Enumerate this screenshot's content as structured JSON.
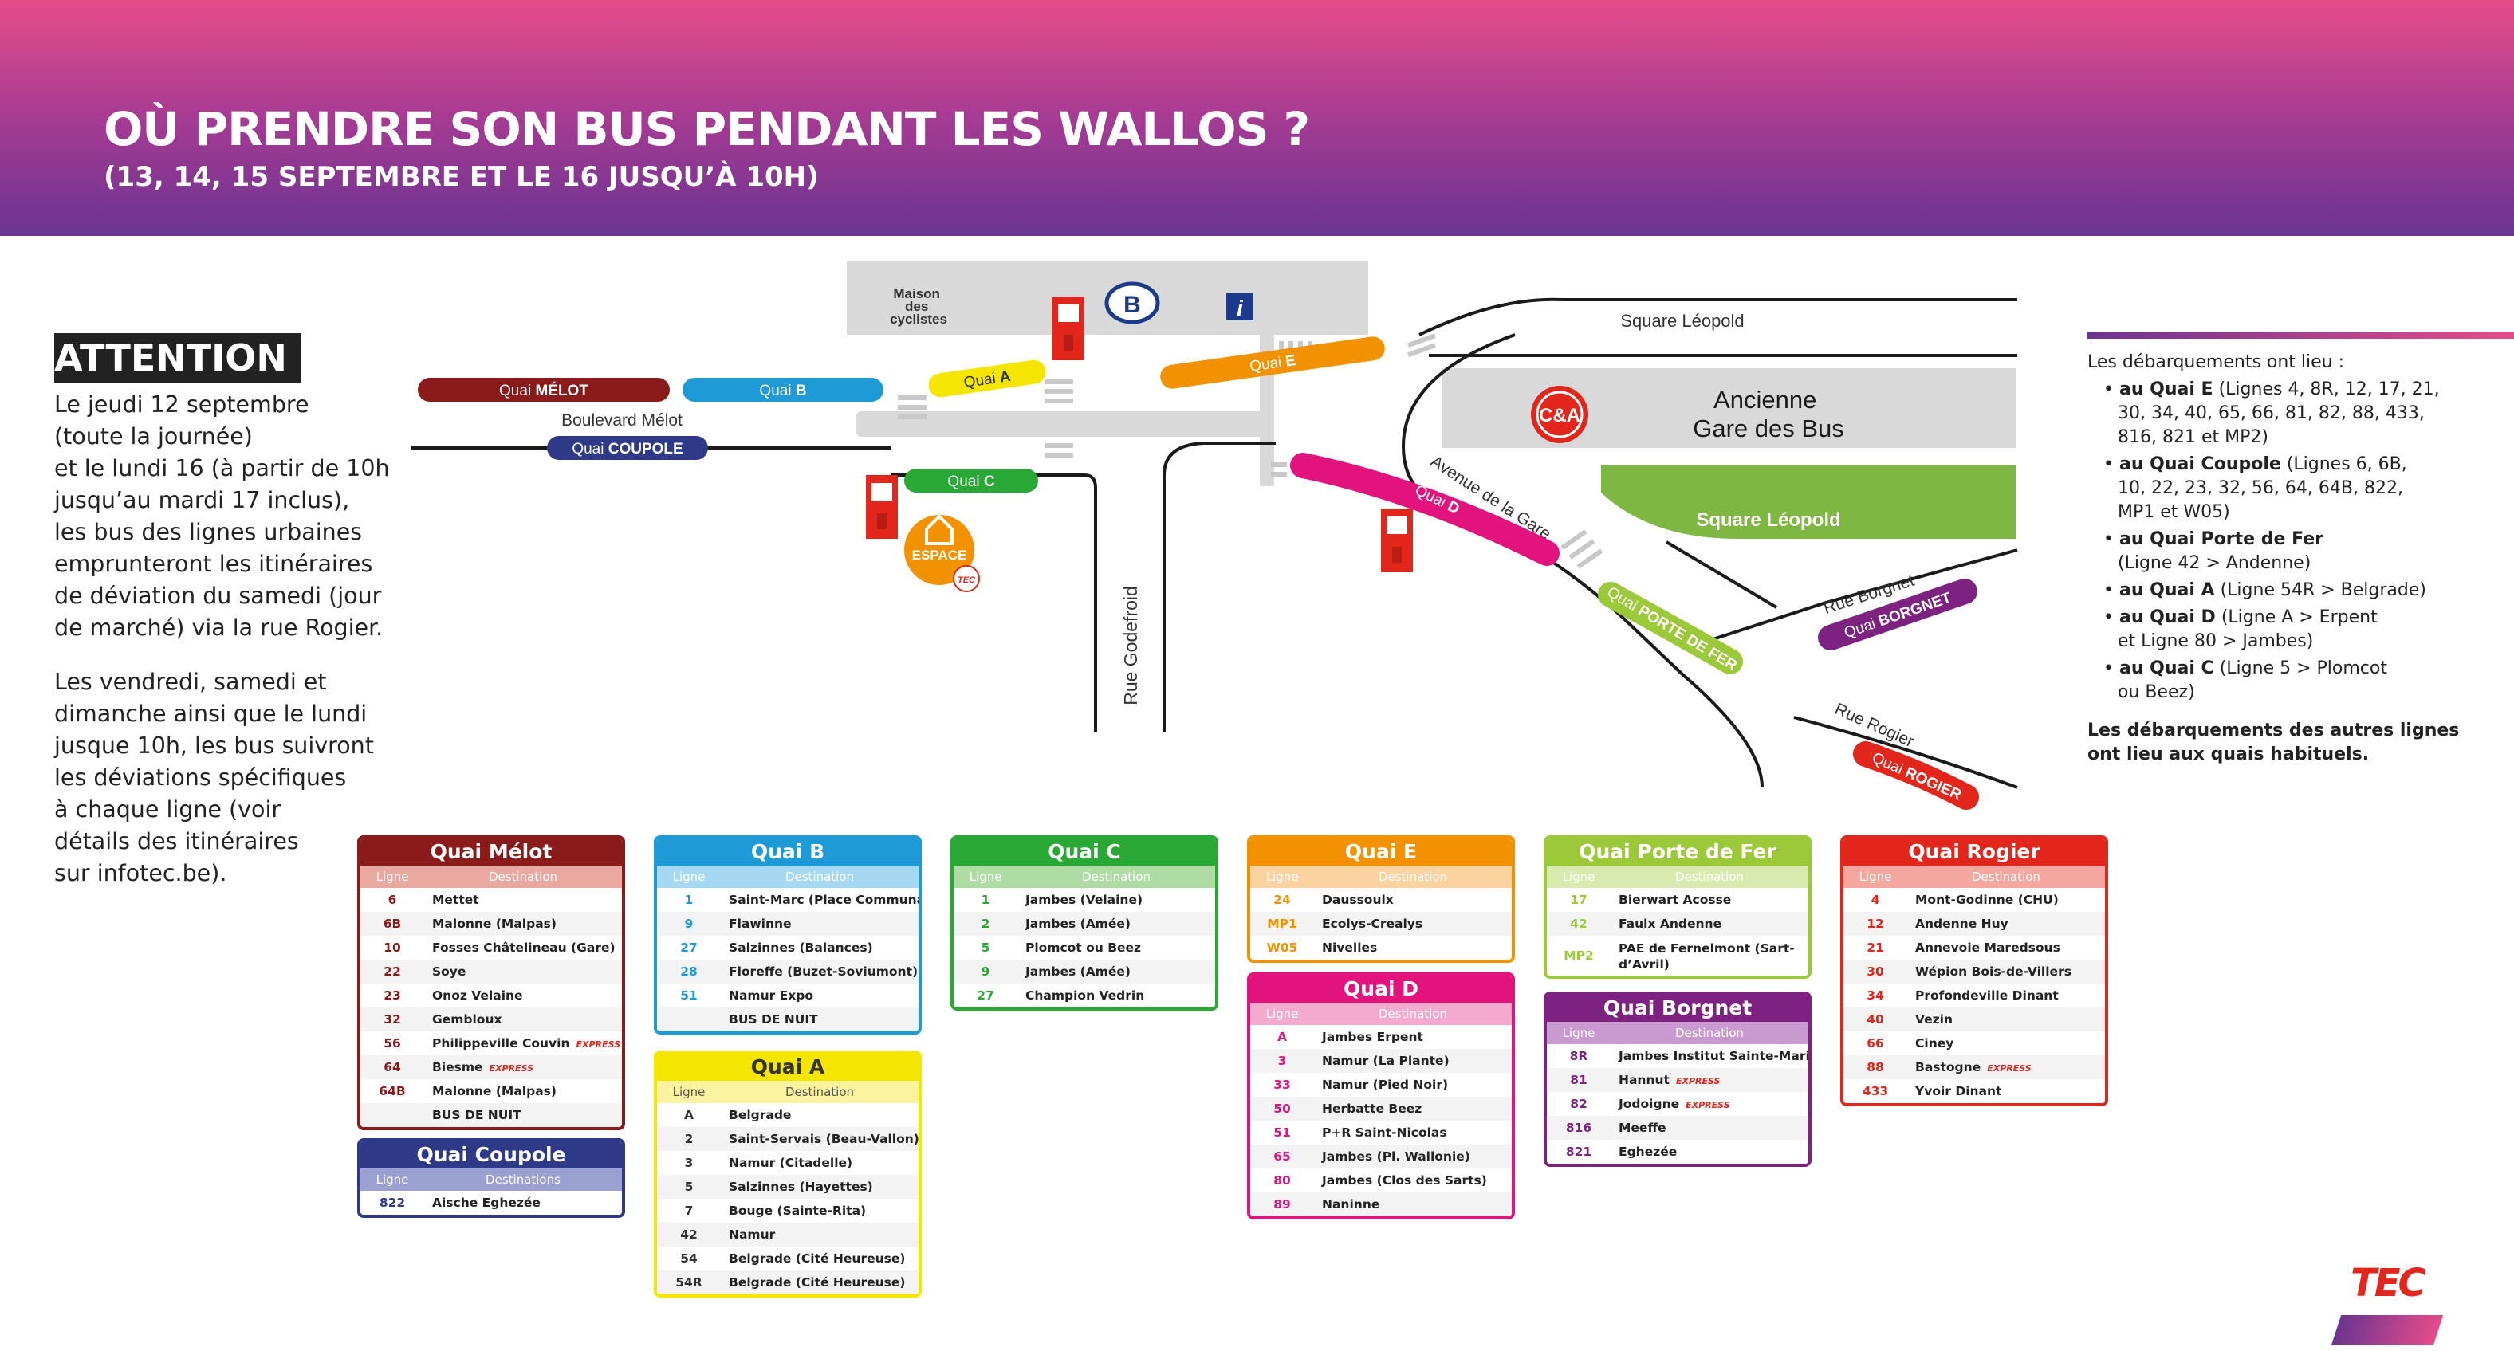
{
  "header": {
    "title": "OÙ PRENDRE SON BUS PENDANT LES WALLOS ?",
    "subtitle": "(13, 14, 15 SEPTEMBRE ET LE 16 JUSQU’À 10H)",
    "colors": {
      "top": "#e64c8a",
      "bottom": "#6b3491"
    }
  },
  "attention": {
    "badge": "ATTENTION !",
    "p1": [
      "Le jeudi 12 septembre",
      "(toute la journée)",
      "et le lundi 16 (à partir de 10h",
      "jusqu’au mardi 17 inclus),",
      "les bus des lignes urbaines",
      "emprunteront les itinéraires",
      "de déviation du samedi (jour",
      "de marché) via la rue Rogier."
    ],
    "p2": [
      "Les vendredi, samedi et",
      "dimanche ainsi que le lundi",
      "jusque 10h, les bus suivront",
      "les déviations spécifiques",
      "à chaque ligne (voir",
      "détails des itinéraires",
      "sur infotec.be)."
    ]
  },
  "map": {
    "streets": {
      "boulevard_melot": "Boulevard Mélot",
      "square_leopold": "Square Léopold",
      "rue_godefroid": "Rue Godefroid",
      "avenue_gare": "Avenue de la Gare",
      "rue_borgnet": "Rue Borgnet",
      "rue_rogier": "Rue Rogier"
    },
    "places": {
      "maison_cyclistes": [
        "Maison",
        "des",
        "cyclistes"
      ],
      "ancienne_gare": [
        "Ancienne",
        "Gare des Bus"
      ],
      "square_leopold_park": "Square Léopold",
      "espace": "ESPACE",
      "espace_logo": "TEC",
      "ca_logo": "C&A",
      "sncb_logo": "B",
      "info_icon": "i"
    },
    "quays": {
      "melot": {
        "prefix": "Quai",
        "name": "MÉLOT",
        "color": "#8b1a1a"
      },
      "b": {
        "prefix": "Quai",
        "name": "B",
        "color": "#1e9ad6"
      },
      "a": {
        "prefix": "Quai",
        "name": "A",
        "color": "#f5e600"
      },
      "e": {
        "prefix": "Quai",
        "name": "E",
        "color": "#f39200"
      },
      "coupole": {
        "prefix": "Quai",
        "name": "COUPOLE",
        "color": "#2e3a87"
      },
      "c": {
        "prefix": "Quai",
        "name": "C",
        "color": "#2aa836"
      },
      "d": {
        "prefix": "Quai",
        "name": "D",
        "color": "#e3137e"
      },
      "porte": {
        "prefix": "Quai",
        "name": "PORTE DE FER",
        "color": "#9bc93a"
      },
      "borgnet": {
        "prefix": "Quai",
        "name": "BORGNET",
        "color": "#7d2281"
      },
      "rogier": {
        "prefix": "Quai",
        "name": "ROGIER",
        "color": "#e2261c"
      }
    }
  },
  "drop_info": {
    "intro": "Les débarquements ont lieu :",
    "items": [
      {
        "bold": "au Quai E",
        "text": [
          "(Lignes 4, 8R, 12, 17, 21,",
          "30, 34, 40, 65, 66, 81, 82, 88, 433,",
          "816, 821 et MP2)"
        ]
      },
      {
        "bold": "au Quai Coupole",
        "text": [
          "(Lignes 6, 6B,",
          "10, 22, 23, 32, 56, 64, 64B, 822,",
          "MP1 et W05)"
        ]
      },
      {
        "bold": "au Quai Porte de Fer",
        "text": [
          "",
          "(Ligne 42 > Andenne)"
        ]
      },
      {
        "bold": "au Quai A",
        "text": [
          "(Ligne 54R > Belgrade)"
        ]
      },
      {
        "bold": "au Quai D",
        "text": [
          "(Ligne A > Erpent",
          "et Ligne 80 > Jambes)"
        ]
      },
      {
        "bold": "au Quai C",
        "text": [
          "(Ligne 5 > Plomcot",
          "ou Beez)"
        ]
      }
    ],
    "footer": [
      "Les débarquements des autres lignes",
      "ont lieu aux quais habituels."
    ]
  },
  "tables": {
    "melot": {
      "title": "Quai Mélot",
      "col1": "Ligne",
      "col2": "Destination",
      "color": "#8b1a1a",
      "light": "#e9a9a0",
      "rows": [
        {
          "l": "6",
          "d": "Mettet"
        },
        {
          "l": "6B",
          "d": "Malonne (Malpas)"
        },
        {
          "l": "10",
          "d": "Fosses Châtelineau (Gare)"
        },
        {
          "l": "22",
          "d": "Soye"
        },
        {
          "l": "23",
          "d": "Onoz Velaine"
        },
        {
          "l": "32",
          "d": "Gembloux"
        },
        {
          "l": "56",
          "d": "Philippeville Couvin",
          "x": "EXPRESS"
        },
        {
          "l": "64",
          "d": "Biesme",
          "x": "EXPRESS"
        },
        {
          "l": "64B",
          "d": "Malonne (Malpas)"
        },
        {
          "l": "",
          "d": "BUS DE NUIT"
        }
      ]
    },
    "coupole": {
      "title": "Quai Coupole",
      "col1": "Ligne",
      "col2": "Destinations",
      "color": "#2e3a87",
      "light": "#9aa0d0",
      "rows": [
        {
          "l": "822",
          "d": "Aische Eghezée"
        }
      ]
    },
    "b": {
      "title": "Quai B",
      "col1": "Ligne",
      "col2": "Destination",
      "color": "#1e9ad6",
      "light": "#a7d8f2",
      "rows": [
        {
          "l": "1",
          "d": "Saint-Marc (Place Communale)"
        },
        {
          "l": "9",
          "d": "Flawinne"
        },
        {
          "l": "27",
          "d": "Salzinnes (Balances)"
        },
        {
          "l": "28",
          "d": "Floreffe (Buzet-Soviumont)"
        },
        {
          "l": "51",
          "d": "Namur Expo"
        },
        {
          "l": "",
          "d": "BUS DE NUIT"
        }
      ]
    },
    "a": {
      "title": "Quai A",
      "col1": "Ligne",
      "col2": "Destination",
      "color": "#f5e600",
      "light": "#fbf3a0",
      "dark": true,
      "rows": [
        {
          "l": "A",
          "d": "Belgrade"
        },
        {
          "l": "2",
          "d": "Saint-Servais (Beau-Vallon)"
        },
        {
          "l": "3",
          "d": "Namur (Citadelle)"
        },
        {
          "l": "5",
          "d": "Salzinnes (Hayettes)"
        },
        {
          "l": "7",
          "d": "Bouge (Sainte-Rita)"
        },
        {
          "l": "42",
          "d": "Namur"
        },
        {
          "l": "54",
          "d": "Belgrade (Cité Heureuse)"
        },
        {
          "l": "54R",
          "d": "Belgrade (Cité Heureuse)"
        }
      ]
    },
    "c": {
      "title": "Quai C",
      "col1": "Ligne",
      "col2": "Destination",
      "color": "#2aa836",
      "light": "#aedca4",
      "rows": [
        {
          "l": "1",
          "d": "Jambes (Velaine)"
        },
        {
          "l": "2",
          "d": "Jambes (Amée)"
        },
        {
          "l": "5",
          "d": "Plomcot ou Beez"
        },
        {
          "l": "9",
          "d": "Jambes (Amée)"
        },
        {
          "l": "27",
          "d": "Champion Vedrin"
        }
      ]
    },
    "e": {
      "title": "Quai E",
      "col1": "Ligne",
      "col2": "Destination",
      "color": "#f39200",
      "light": "#fbd3a1",
      "rows": [
        {
          "l": "24",
          "d": "Daussoulx"
        },
        {
          "l": "MP1",
          "d": "Ecolys-Crealys"
        },
        {
          "l": "W05",
          "d": "Nivelles"
        }
      ]
    },
    "d": {
      "title": "Quai D",
      "col1": "Ligne",
      "col2": "Destination",
      "color": "#e3137e",
      "light": "#f4a9cf",
      "rows": [
        {
          "l": "A",
          "d": "Jambes Erpent"
        },
        {
          "l": "3",
          "d": "Namur (La Plante)"
        },
        {
          "l": "33",
          "d": "Namur (Pied Noir)"
        },
        {
          "l": "50",
          "d": "Herbatte Beez"
        },
        {
          "l": "51",
          "d": "P+R Saint-Nicolas"
        },
        {
          "l": "65",
          "d": "Jambes (Pl. Wallonie)"
        },
        {
          "l": "80",
          "d": "Jambes (Clos des Sarts)"
        },
        {
          "l": "89",
          "d": "Naninne"
        }
      ]
    },
    "porte": {
      "title": "Quai Porte de Fer",
      "col1": "Ligne",
      "col2": "Destination",
      "color": "#9bc93a",
      "light": "#d8eaaf",
      "rows": [
        {
          "l": "17",
          "d": "Bierwart Acosse"
        },
        {
          "l": "42",
          "d": "Faulx Andenne"
        },
        {
          "l": "MP2",
          "d": "PAE de Fernelmont (Sart-d’Avril)",
          "tall": true
        }
      ]
    },
    "borgnet": {
      "title": "Quai Borgnet",
      "col1": "Ligne",
      "col2": "Destination",
      "color": "#7d2281",
      "light": "#c99acf",
      "rows": [
        {
          "l": "8R",
          "d": "Jambes Institut Sainte-Marie"
        },
        {
          "l": "81",
          "d": "Hannut",
          "x": "EXPRESS"
        },
        {
          "l": "82",
          "d": "Jodoigne",
          "x": "EXPRESS"
        },
        {
          "l": "816",
          "d": "Meeffe"
        },
        {
          "l": "821",
          "d": "Eghezée"
        }
      ]
    },
    "rogier": {
      "title": "Quai Rogier",
      "col1": "Ligne",
      "col2": "Destination",
      "color": "#e2261c",
      "light": "#f4a79f",
      "rows": [
        {
          "l": "4",
          "d": "Mont-Godinne (CHU)"
        },
        {
          "l": "12",
          "d": "Andenne Huy"
        },
        {
          "l": "21",
          "d": "Annevoie Maredsous"
        },
        {
          "l": "30",
          "d": "Wépion Bois-de-Villers"
        },
        {
          "l": "34",
          "d": "Profondeville Dinant"
        },
        {
          "l": "40",
          "d": "Vezin"
        },
        {
          "l": "66",
          "d": "Ciney"
        },
        {
          "l": "88",
          "d": "Bastogne",
          "x": "EXPRESS"
        },
        {
          "l": "433",
          "d": "Yvoir Dinant"
        }
      ]
    }
  },
  "logo": {
    "text": "TEC",
    "color": "#e2261c"
  }
}
